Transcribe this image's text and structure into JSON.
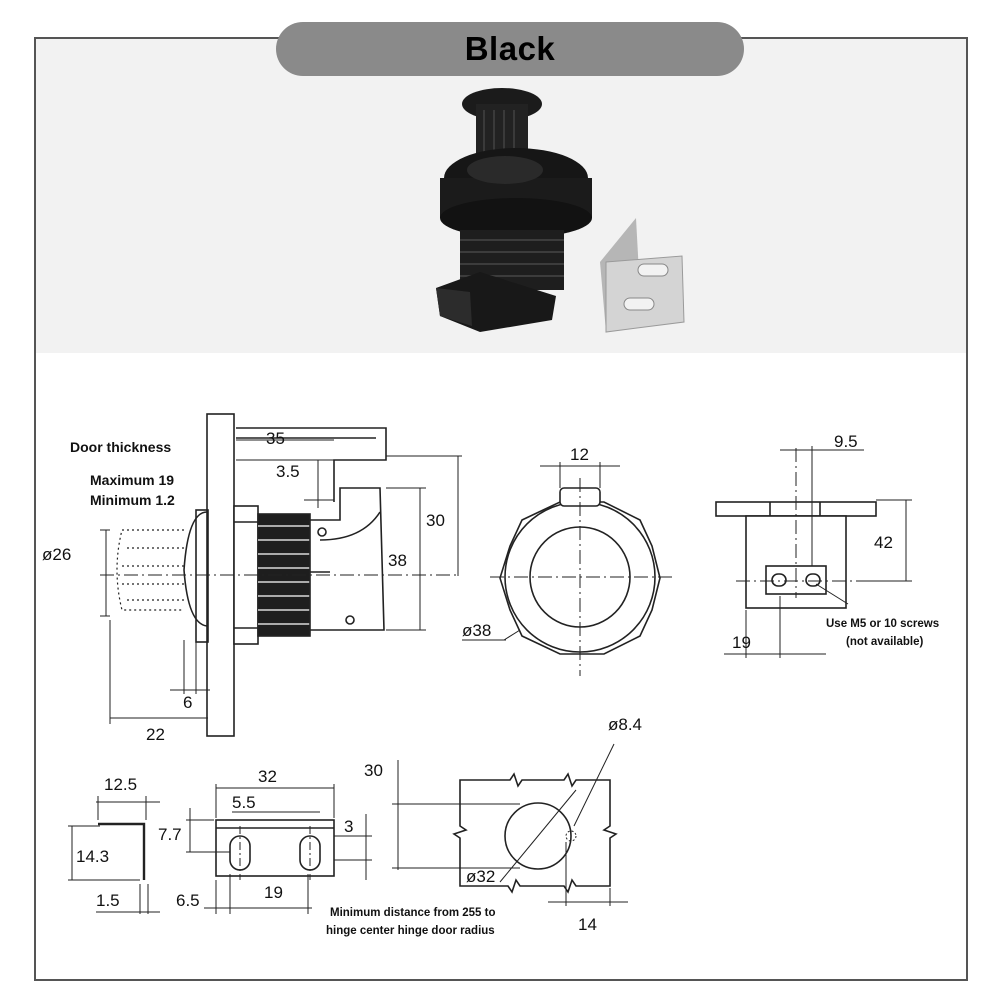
{
  "header": {
    "title": "Black"
  },
  "colors": {
    "pill": "#8a8a8a",
    "photo_bg": "#f2f2f2",
    "part_black": "#1b1b1b",
    "steel": "#c9c9c9",
    "line": "#222222"
  },
  "icons": {
    "latch": "push-button-latch-photo",
    "bracket": "steel-strike-bracket-photo"
  },
  "side_view": {
    "door_thickness": "Door thickness",
    "max": "Maximum 19",
    "min": "Minimum 1.2",
    "d35": "35",
    "d3_5": "3.5",
    "d30": "30",
    "d38": "38",
    "d26": "ø26",
    "d6": "6",
    "d22": "22"
  },
  "front_view": {
    "d12": "12",
    "d38": "ø38"
  },
  "bracket_view": {
    "d9_5": "9.5",
    "d42": "42",
    "d19": "19",
    "screw_note": "Use M5 or 10 screws",
    "screw_note2": "(not available)"
  },
  "strike_profile": {
    "d12_5": "12.5",
    "d14_3": "14.3",
    "d1_5": "1.5"
  },
  "strike_plate": {
    "d32": "32",
    "d5_5": "5.5",
    "d7_7": "7.7",
    "d3": "3",
    "d6_5": "6.5",
    "d19": "19"
  },
  "cutout": {
    "d30": "30",
    "d8_4": "ø8.4",
    "d32": "ø32",
    "d14": "14",
    "note1": "Minimum distance from 255 to",
    "note2": "hinge center hinge door radius"
  }
}
